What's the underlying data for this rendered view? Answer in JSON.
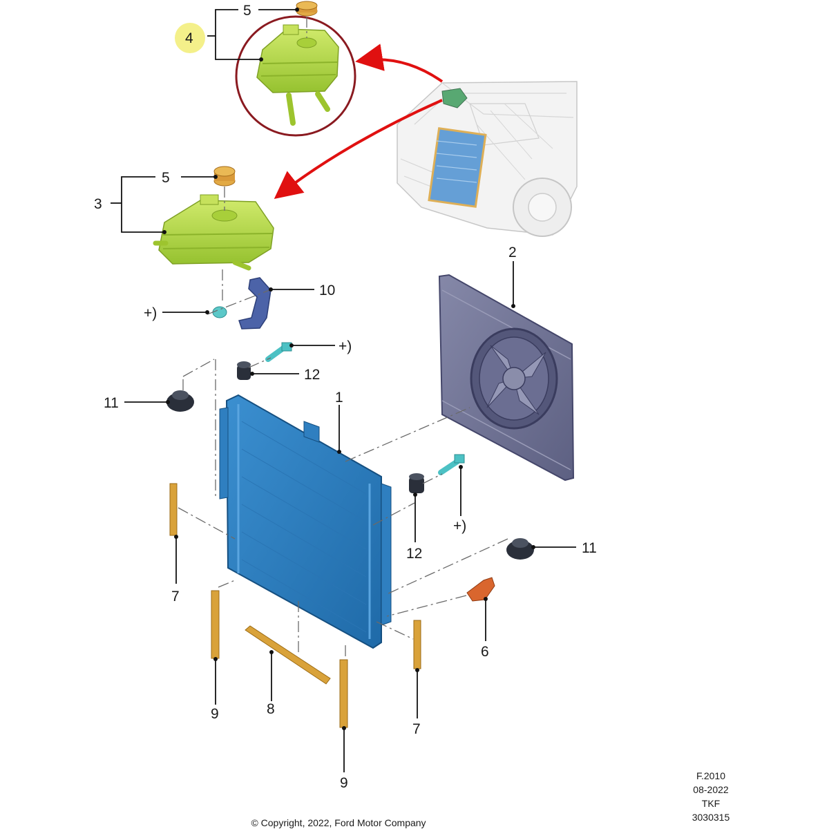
{
  "callouts": {
    "p1": "1",
    "p2": "2",
    "p3": "3",
    "p4": "4",
    "p5_top": "5",
    "p5_mid": "5",
    "p6": "6",
    "p7_left": "7",
    "p7_right": "7",
    "p8": "8",
    "p9_left": "9",
    "p9_bottom": "9",
    "p10": "10",
    "p11_left": "11",
    "p11_right": "11",
    "p12_top": "12",
    "p12_bottom": "12",
    "plus_10": "+)",
    "plus_12_top": "+)",
    "plus_12_bottom": "+)"
  },
  "reference": {
    "line1": "F.2010",
    "line2": "08-2022",
    "line3": "TKF",
    "line4": "3030315"
  },
  "copyright": "© Copyright, 2022, Ford Motor Company",
  "colors": {
    "tank_green": "#b4d94a",
    "cap_orange": "#d99a3a",
    "radiator_blue": "#2f7fc0",
    "shroud_purple": "#6f7294",
    "seal_orange": "#d9a23a",
    "mount_dark": "#2a2f3a",
    "bolt_teal": "#4cc1c4",
    "sensor_orange": "#d9662e",
    "arrow_red": "#e01010",
    "circle_maroon": "#8a1a20",
    "highlight_yellow": "#f4f08a"
  }
}
